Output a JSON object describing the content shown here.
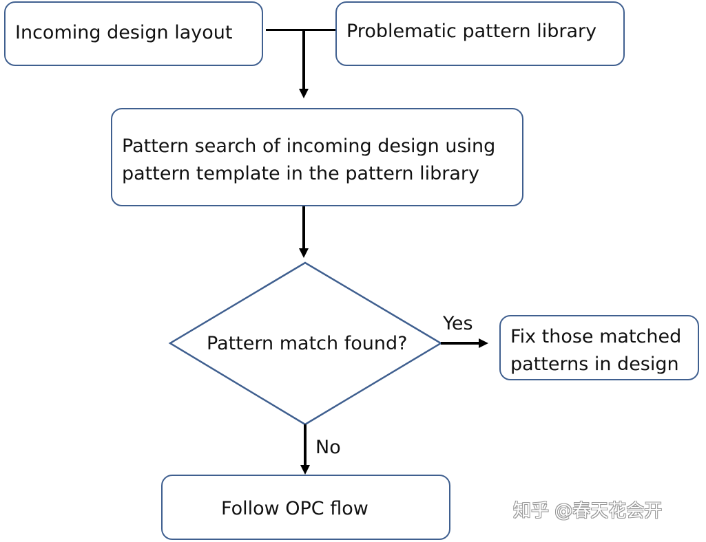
{
  "nodes": {
    "incoming": {
      "label": "Incoming design layout"
    },
    "library": {
      "label": "Problematic pattern library"
    },
    "search": {
      "line1": "Pattern search of incoming design using",
      "line2": "pattern template in the pattern library"
    },
    "decision": {
      "label": "Pattern match found?"
    },
    "fix": {
      "line1": "Fix those matched",
      "line2": "patterns in design"
    },
    "opc": {
      "label": "Follow OPC flow"
    }
  },
  "edges": {
    "yes_label": "Yes",
    "no_label": "No"
  },
  "watermark": {
    "text": "知乎 @春天花会开"
  },
  "colors": {
    "box_border": "#3f5f8f",
    "arrow": "#000000",
    "text": "#111111"
  }
}
